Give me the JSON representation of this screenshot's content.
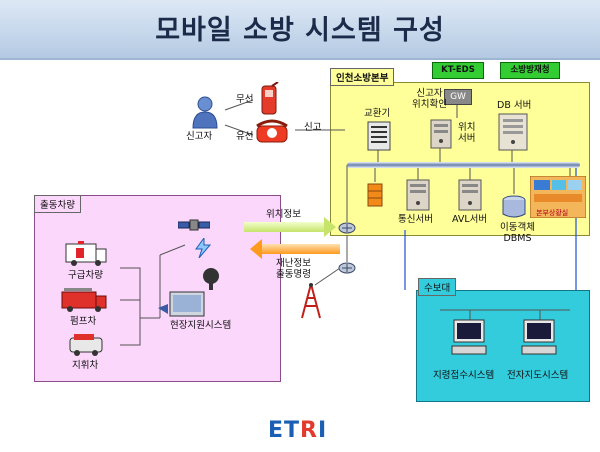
{
  "title": "모바일 소방 시스템 구성",
  "reporter": {
    "label": "신고자",
    "wireless": "무선",
    "wired": "유선",
    "report": "신고"
  },
  "hq": {
    "name": "인천소방본부",
    "kt_eds": "KT-EDS",
    "fire_agency": "소방방재청",
    "gw": "GW",
    "caller_location": "신고자\n위치확인",
    "exchange": "교환기",
    "location_server": "위치\n서버",
    "db_server": "DB 서버",
    "comm_server": "통신서버",
    "avl_server": "AVL서버",
    "dbms": "이동객체\nDBMS",
    "situation_room": "본부상황실"
  },
  "vehicles": {
    "title": "출동차량",
    "ambulance": "구급차량",
    "pump": "펌프차",
    "command": "지휘차",
    "field_system": "현장지원시스템"
  },
  "links": {
    "location_info": "위치정보",
    "disaster_info": "재난정보\n출동명령"
  },
  "water_supply": {
    "title": "수보대",
    "terminal1": "지령접수시스템",
    "terminal2": "전자지도시스템"
  },
  "logo": {
    "e": "E",
    "t": "T",
    "r": "R",
    "i": "I"
  },
  "colors": {
    "hq_box": "#ffff99",
    "vehicle_box": "#fbd7fb",
    "water_box": "#33ccdd",
    "green": "#33cc33"
  }
}
